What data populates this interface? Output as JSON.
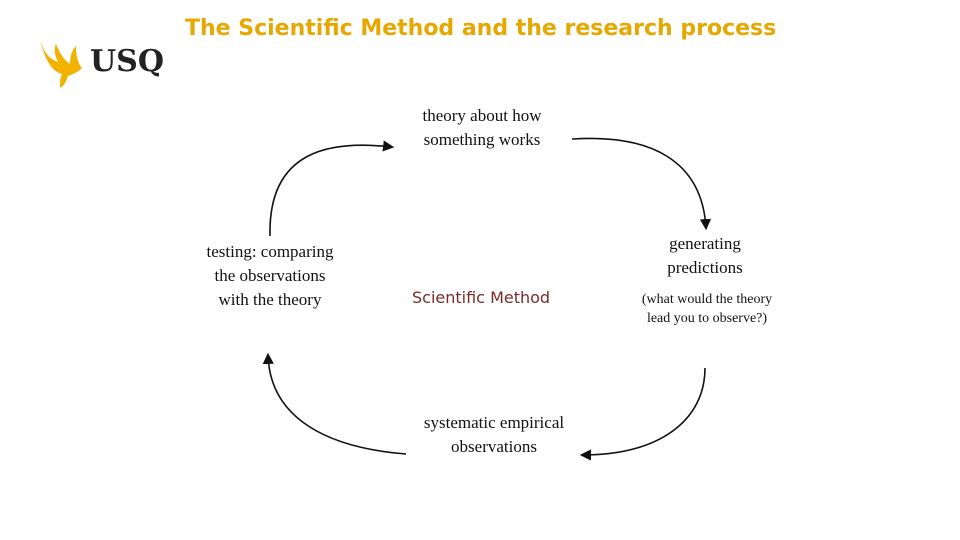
{
  "title": "The Scientific Method and the research process",
  "logo": {
    "text": "USQ",
    "bird_color": "#F2B200"
  },
  "colors": {
    "title": "#E6A800",
    "center_label": "#7A2A2A",
    "arrow": "#111111"
  },
  "diagram": {
    "center_label": "Scientific Method",
    "nodes": {
      "theory": [
        "theory about how",
        "something works"
      ],
      "predictions": [
        "generating",
        "predictions"
      ],
      "predictions_note": [
        "(what would the theory",
        "lead you to observe?)"
      ],
      "observations": [
        "systematic empirical",
        "observations"
      ],
      "testing": [
        "testing: comparing",
        "the observations",
        "with the theory"
      ]
    }
  }
}
